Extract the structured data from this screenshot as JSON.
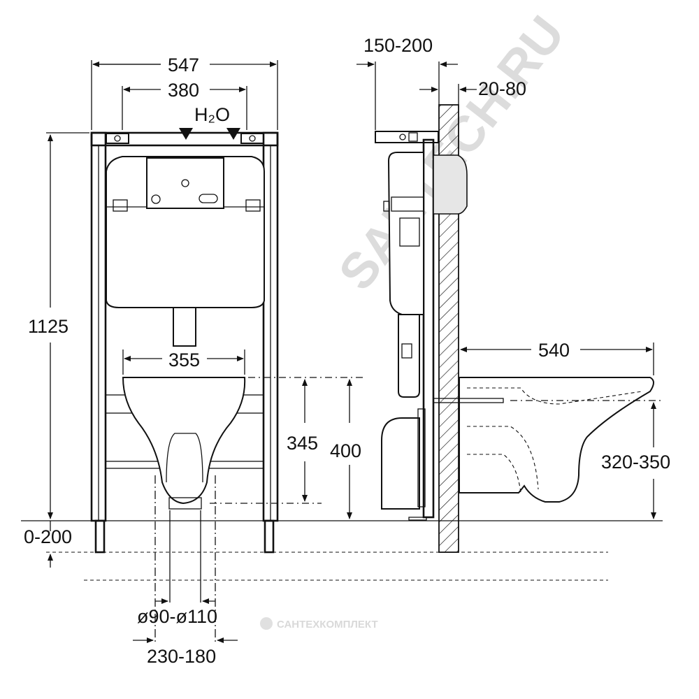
{
  "front_view": {
    "width_total": "547",
    "width_fixing": "380",
    "water_label": "H₂O",
    "height_total": "1125",
    "bowl_width": "355",
    "bowl_height": "345",
    "outlet_height": "400",
    "adjust_range": "0-200",
    "pipe_diameters": "ø90-ø110",
    "pipe_spacing": "230-180"
  },
  "side_view": {
    "wall_offset": "150-200",
    "wall_thickness": "20-80",
    "bowl_depth": "540",
    "seat_height": "320-350"
  },
  "watermarks": {
    "main": "SANTECH.RU",
    "brand": "САНТЕХКОМПЛЕКТ"
  }
}
